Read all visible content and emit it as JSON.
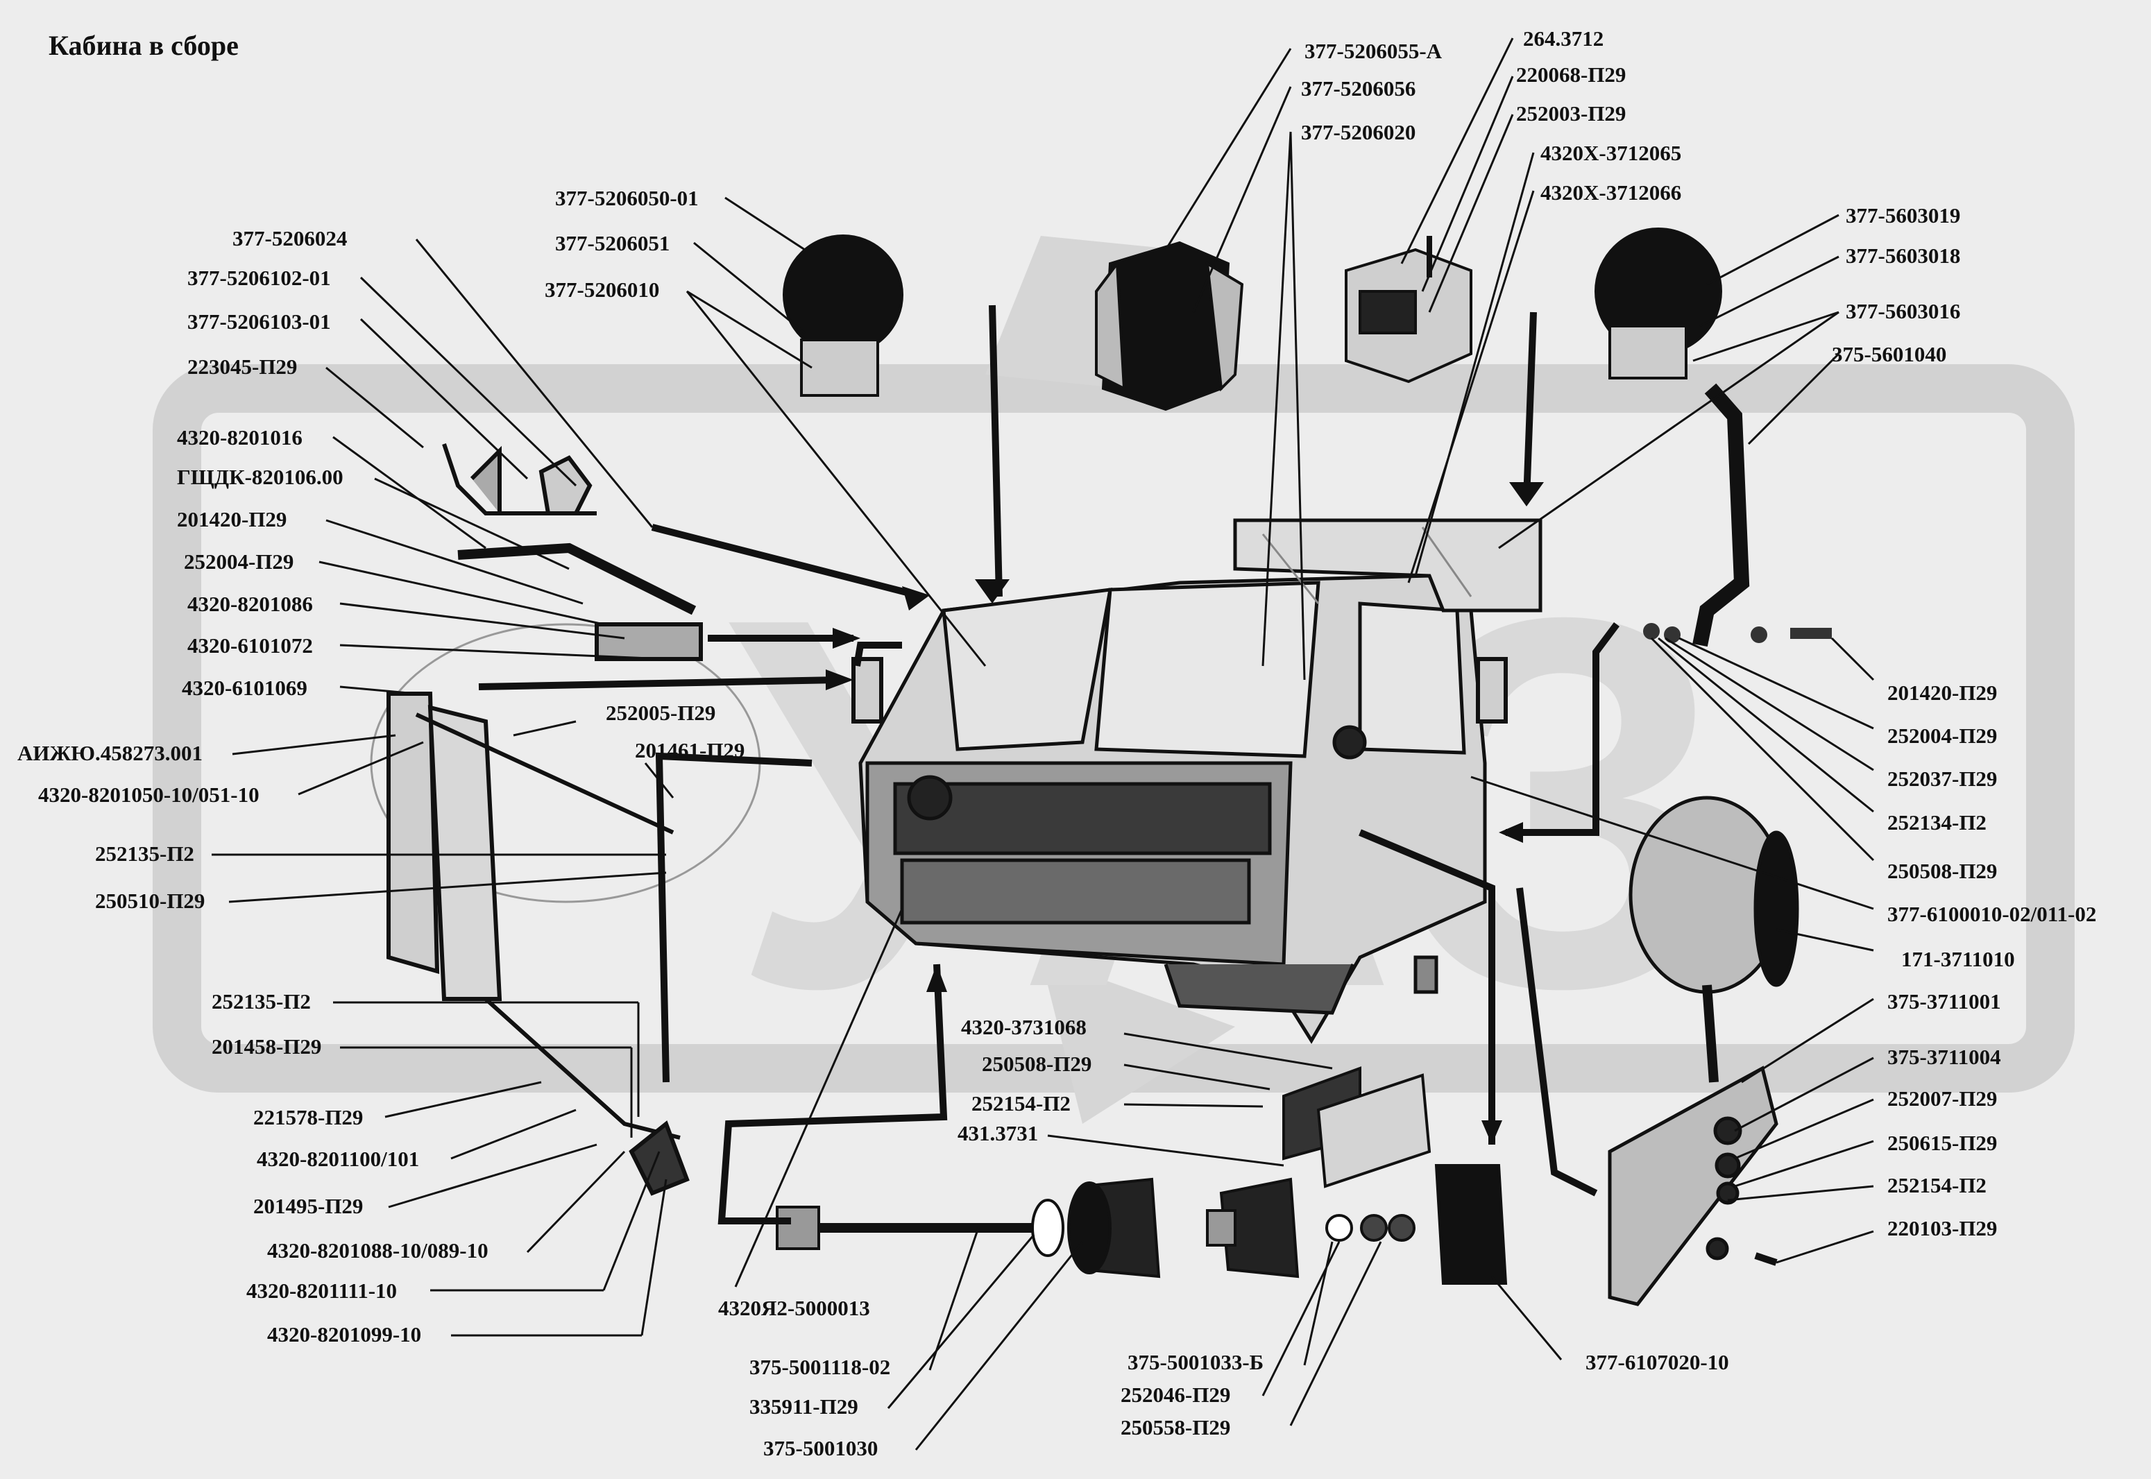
{
  "title": "Кабина в сборе",
  "parts": [
    "377-5206055-А",
    "377-5206056",
    "377-5206020",
    "264.3712",
    "220068-П29",
    "252003-П29",
    "4320Х-3712065",
    "4320Х-3712066",
    "377-5603019",
    "377-5603018",
    "377-5603016",
    "375-5601040",
    "377-5206050-01",
    "377-5206051",
    "377-5206010",
    "377-5206024",
    "377-5206102-01",
    "377-5206103-01",
    "223045-П29",
    "4320-8201016",
    "ГЩДК-820106.00",
    "201420-П29",
    "252004-П29",
    "4320-8201086",
    "4320-6101072",
    "4320-6101069",
    "АИЖЮ.458273.001",
    "4320-8201050-10/051-10",
    "252005-П29",
    "201461-П29",
    "252135-П2",
    "250510-П29",
    "252135-П2",
    "201458-П29",
    "221578-П29",
    "4320-8201100/101",
    "201495-П29",
    "4320-8201088-10/089-10",
    "4320-8201111-10",
    "4320-8201099-10",
    "4320Я2-5000013",
    "375-5001118-02",
    "335911-П29",
    "375-5001030",
    "4320-3731068",
    "250508-П29",
    "252154-П2",
    "431.3731",
    "375-5001033-Б",
    "252046-П29",
    "250558-П29",
    "377-6107020-10",
    "201420-П29",
    "252004-П29",
    "252037-П29",
    "252134-П2",
    "250508-П29",
    "377-6100010-02/011-02",
    "171-3711010",
    "375-3711001",
    "375-3711004",
    "252007-П29",
    "250615-П29",
    "252154-П2",
    "220103-П29"
  ]
}
